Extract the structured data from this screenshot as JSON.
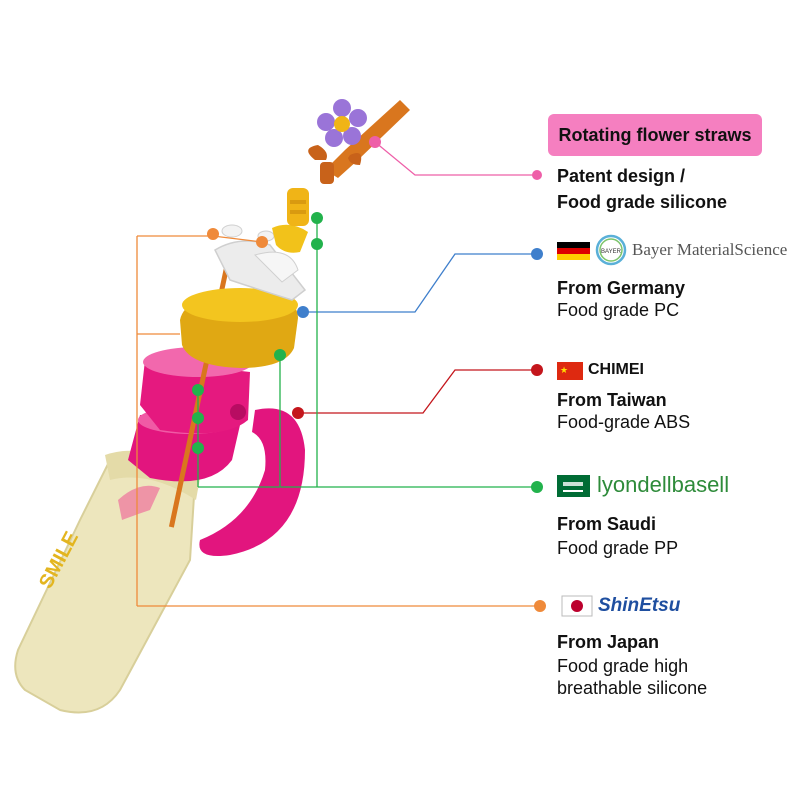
{
  "title": "Rotating flower straws",
  "callouts": [
    {
      "line1": "Patent design /",
      "line2": "Food grade silicone"
    },
    {
      "brand": "Bayer MaterialScience",
      "origin": "From Germany",
      "material": "Food grade PC"
    },
    {
      "brand": "CHIMEI",
      "origin": "From Taiwan",
      "material": "Food-grade ABS"
    },
    {
      "brand": "lyondellbasell",
      "origin": "From Saudi",
      "material": "Food grade PP"
    },
    {
      "brand": "ShinEtsu",
      "origin": "From Japan",
      "material_line1": "Food grade high",
      "material_line2": "breathable silicone"
    }
  ],
  "bayer_badge": "BAYER",
  "bottle_text": "SMILE",
  "colors": {
    "pink": "#ee5fa8",
    "pill": "#f57fc0",
    "blue": "#3f7fcc",
    "red": "#c4161c",
    "green": "#22b24c",
    "orange": "#ef8a3a",
    "magenta": "#e0137a",
    "yellow": "#f2c21a",
    "bottle": "#ece4b8"
  }
}
